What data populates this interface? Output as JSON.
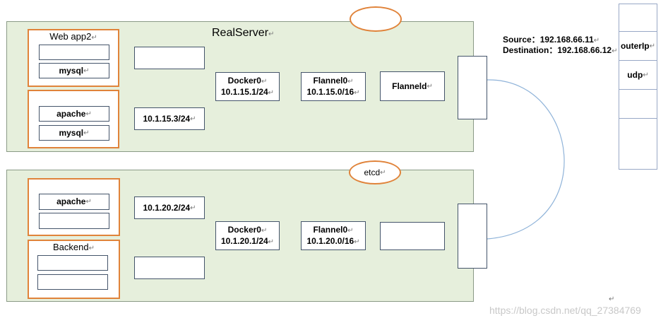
{
  "packet_header": {
    "source_label": "Source：",
    "source_ip": "192.168.66.11",
    "destination_label": "Destination：",
    "destination_ip": "192.168.66.12",
    "mark": "↵"
  },
  "packet_fields": [
    "",
    "outerIp",
    "udp",
    "",
    ""
  ],
  "top_host": {
    "title": "RealServer",
    "etcd_label": "",
    "app1": {
      "title": "Web app2",
      "rows": [
        "",
        "mysql"
      ]
    },
    "app2": {
      "title": "",
      "rows": [
        "apache",
        "mysql"
      ]
    },
    "veth1": "",
    "veth2": "10.1.15.3/24",
    "docker_name": "Docker0",
    "docker_ip": "10.1.15.1/24",
    "flannel_name": "Flannel0",
    "flannel_ip": "10.1.15.0/16",
    "flanneld": "Flanneld"
  },
  "bottom_host": {
    "title": "",
    "etcd_label": "etcd",
    "app1": {
      "title": "",
      "rows": [
        "apache",
        ""
      ]
    },
    "app2": {
      "title": "Backend",
      "rows": [
        "",
        ""
      ]
    },
    "veth1": "10.1.20.2/24",
    "veth2": "",
    "docker_name": "Docker0",
    "docker_ip": "10.1.20.1/24",
    "flannel_name": "Flannel0",
    "flannel_ip": "10.1.20.0/16",
    "flanneld": ""
  },
  "watermark": "https://blog.csdn.net/qq_27384769"
}
